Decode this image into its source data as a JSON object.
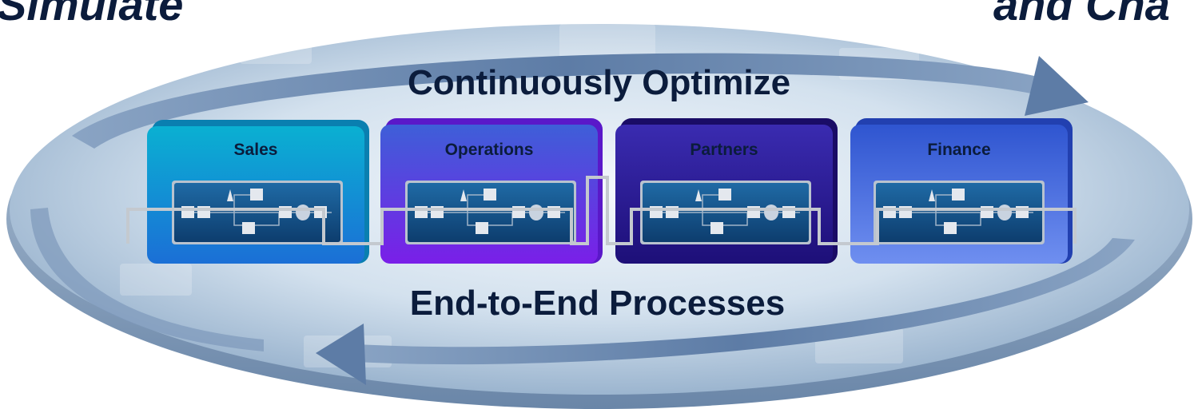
{
  "corner_text": {
    "left": "Simulate",
    "right": "and Cha"
  },
  "titles": {
    "top": "Continuously Optimize",
    "bottom": "End-to-End Processes"
  },
  "domains": [
    {
      "label": "Sales",
      "color": "#0a9bc6"
    },
    {
      "label": "Operations",
      "color": "#5b2fe0"
    },
    {
      "label": "Partners",
      "color": "#2a148f"
    },
    {
      "label": "Finance",
      "color": "#3f6fe0"
    }
  ],
  "colors": {
    "ellipse_light": "#dfe9f4",
    "ellipse_dark": "#7f9cc0",
    "arrow": "#5f7ea8",
    "process_panel": "#124e86",
    "connector_line": "#c4c9cf",
    "text": "#0b1c3c"
  },
  "icons": {
    "arrow_top": "curved-arrow-right-icon",
    "arrow_bottom": "curved-arrow-left-icon",
    "process_flow": "process-flow-icon"
  }
}
